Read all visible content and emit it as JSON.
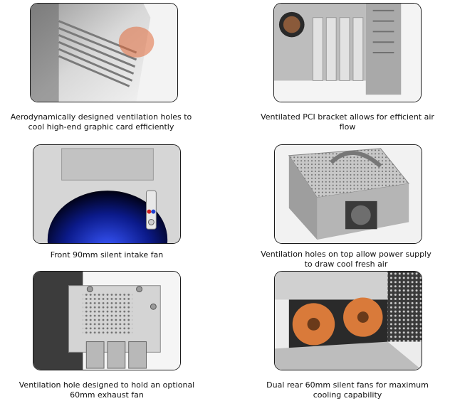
{
  "items": [
    {
      "caption": [
        "Aerodynamically designed ventilation holes to",
        "cool high-end graphic card efficiently"
      ]
    },
    {
      "caption": [
        "Ventilated PCI bracket allows for efficient air",
        "flow"
      ]
    },
    {
      "caption": [
        "Front 90mm silent intake fan"
      ]
    },
    {
      "caption": [
        "Ventilation holes on top allow power supply",
        "to draw cool fresh air"
      ]
    },
    {
      "caption": [
        "Ventilation hole designed to hold an optional",
        "60mm exhaust fan"
      ]
    },
    {
      "caption": [
        "Dual rear 60mm silent fans for maximum",
        "cooling capability"
      ]
    }
  ],
  "colors": {
    "aluminum": "#c9c9c9",
    "blue_fan_glow": "#1a3cff",
    "orange_fan": "#d97a3a",
    "frame_border": "#1a1a1a"
  }
}
